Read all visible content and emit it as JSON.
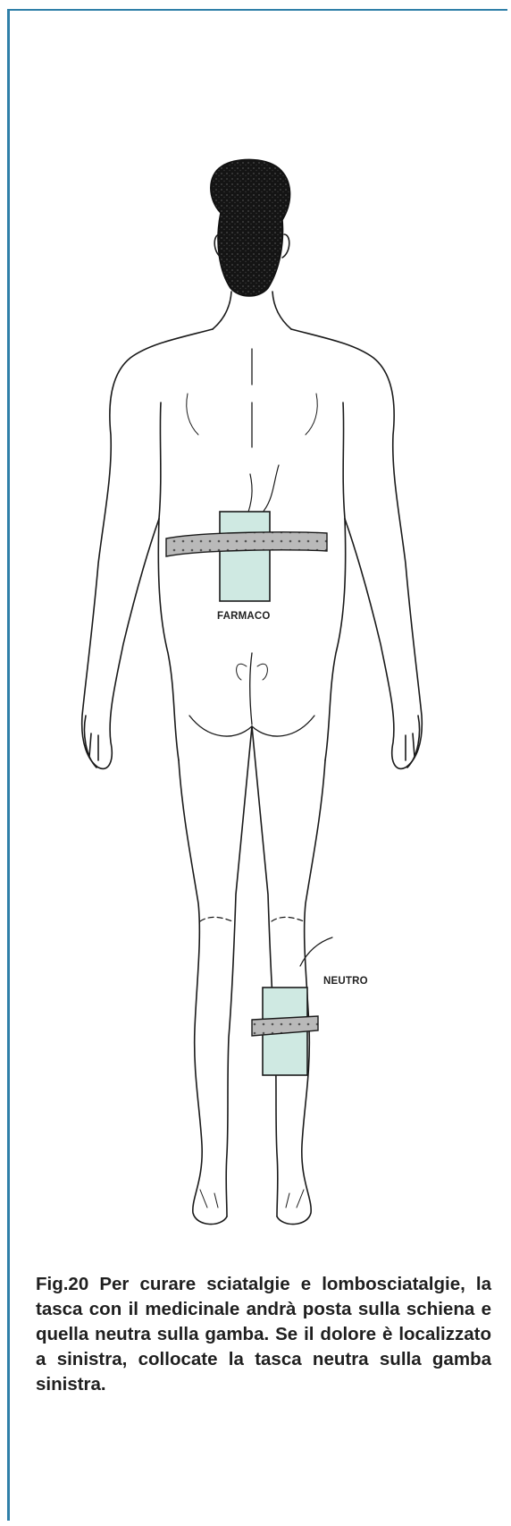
{
  "figure": {
    "labels": {
      "drug_pad": "FARMACO",
      "neutral_pad": "NEUTRO"
    },
    "colors": {
      "pad_fill": "#cfe9e2",
      "strap_fill": "#b8b8b8",
      "frame": "#2f7fa8"
    }
  },
  "caption": {
    "text": "Fig.20 Per curare sciatalgie e lombosciatalgie, la tasca con il medicinale andrà posta sulla schiena e quella neutra sulla gamba. Se il dolore è localizzato a sinistra, collocate la tasca neutra sulla gamba sinistra."
  }
}
